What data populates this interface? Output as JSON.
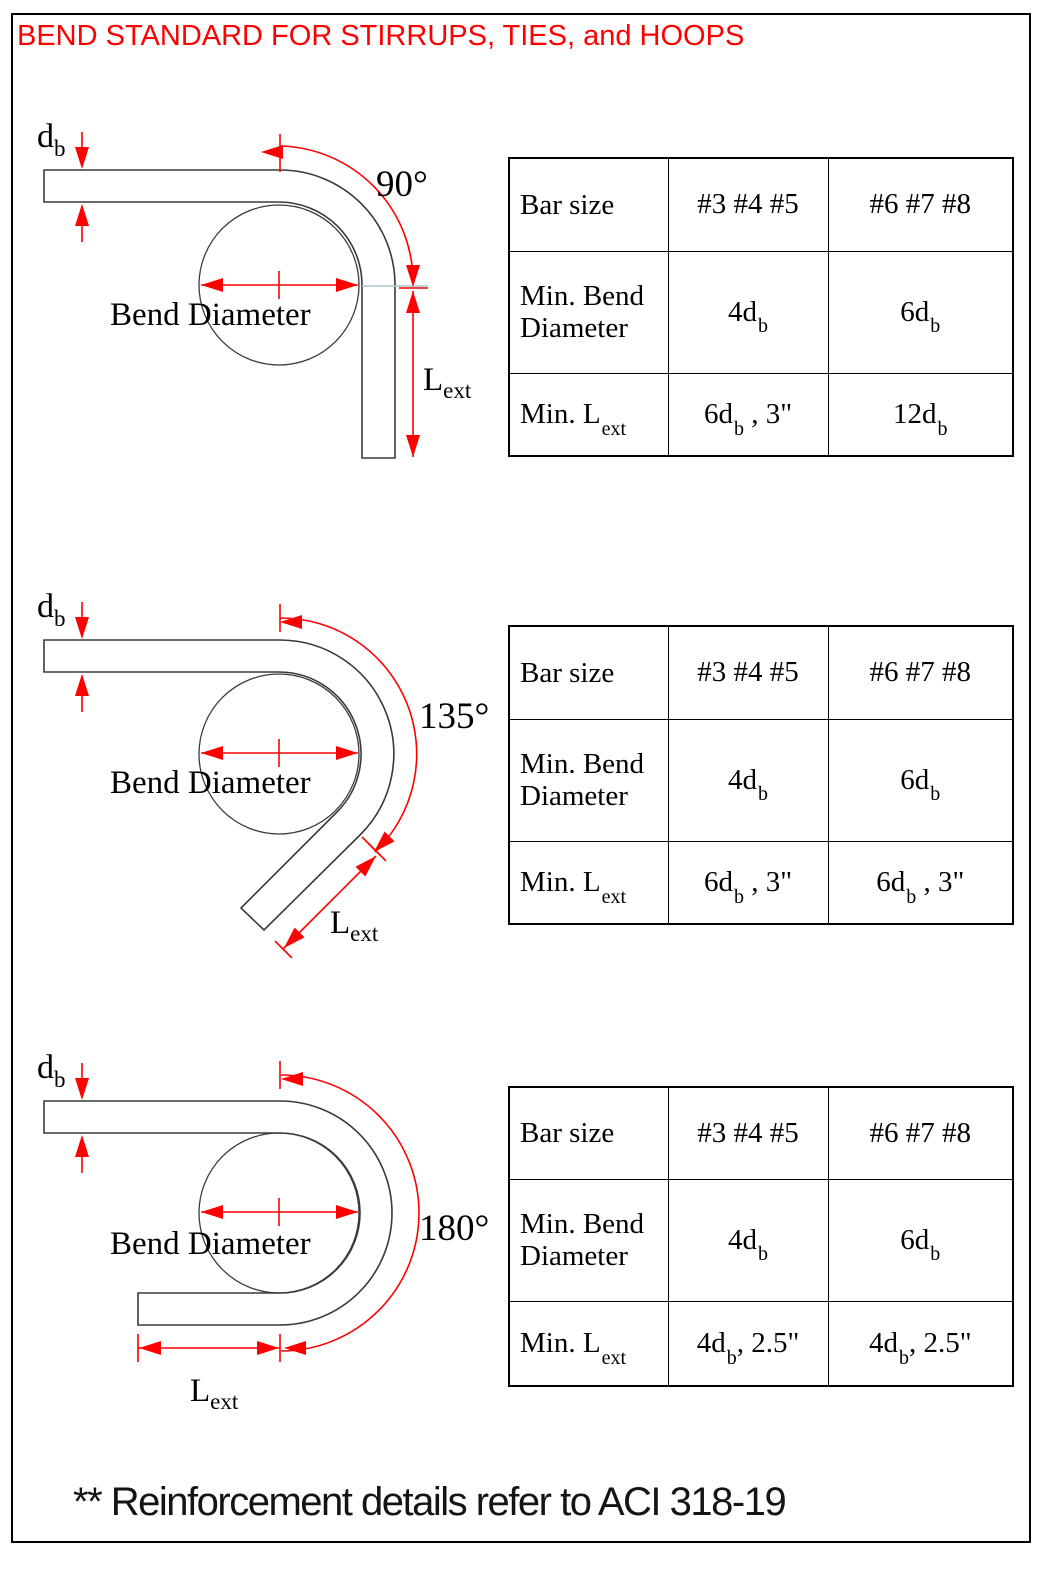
{
  "title": "BEND STANDARD FOR STIRRUPS, TIES, and HOOPS",
  "footer_note": "** Reinforcement details refer to ACI 318-19",
  "colors": {
    "accent_red": "#fe0000",
    "drawing_line": "#3a3a3a",
    "extension_line": "#a9c8ca"
  },
  "diagrams": [
    {
      "angle_label": "90°",
      "db": {
        "main": "d",
        "sub": "b"
      },
      "bend_diameter_label": "Bend Diameter",
      "lext": {
        "main": "L",
        "sub": "ext"
      }
    },
    {
      "angle_label": "135°",
      "db": {
        "main": "d",
        "sub": "b"
      },
      "bend_diameter_label": "Bend Diameter",
      "lext": {
        "main": "L",
        "sub": "ext"
      }
    },
    {
      "angle_label": "180°",
      "db": {
        "main": "d",
        "sub": "b"
      },
      "bend_diameter_label": "Bend Diameter",
      "lext": {
        "main": "L",
        "sub": "ext"
      }
    }
  ],
  "tables": [
    {
      "rows": {
        "bar_size": {
          "label": "Bar size",
          "small": "#3 #4 #5",
          "large": "#6 #7 #8"
        },
        "min_bend": {
          "label": "Min. Bend Diameter",
          "small": {
            "pre": "4d",
            "sub": "b",
            "post": ""
          },
          "large": {
            "pre": "6d",
            "sub": "b",
            "post": ""
          }
        },
        "min_lext": {
          "label_pre": "Min. L",
          "label_sub": "ext",
          "small": {
            "pre": "6d",
            "sub": "b",
            "post": " , 3\""
          },
          "large": {
            "pre": "12d",
            "sub": "b",
            "post": ""
          }
        }
      }
    },
    {
      "rows": {
        "bar_size": {
          "label": "Bar size",
          "small": "#3 #4 #5",
          "large": "#6 #7 #8"
        },
        "min_bend": {
          "label": "Min. Bend Diameter",
          "small": {
            "pre": "4d",
            "sub": "b",
            "post": ""
          },
          "large": {
            "pre": "6d",
            "sub": "b",
            "post": ""
          }
        },
        "min_lext": {
          "label_pre": "Min. L",
          "label_sub": "ext",
          "small": {
            "pre": "6d",
            "sub": "b",
            "post": " , 3\""
          },
          "large": {
            "pre": "6d",
            "sub": "b",
            "post": " , 3\""
          }
        }
      }
    },
    {
      "rows": {
        "bar_size": {
          "label": "Bar size",
          "small": "#3 #4 #5",
          "large": "#6 #7 #8"
        },
        "min_bend": {
          "label": "Min. Bend Diameter",
          "small": {
            "pre": "4d",
            "sub": "b",
            "post": ""
          },
          "large": {
            "pre": "6d",
            "sub": "b",
            "post": ""
          }
        },
        "min_lext": {
          "label_pre": "Min. L",
          "label_sub": "ext",
          "small": {
            "pre": "4d",
            "sub": "b",
            "post": ", 2.5\""
          },
          "large": {
            "pre": "4d",
            "sub": "b",
            "post": ", 2.5\""
          }
        }
      }
    }
  ]
}
